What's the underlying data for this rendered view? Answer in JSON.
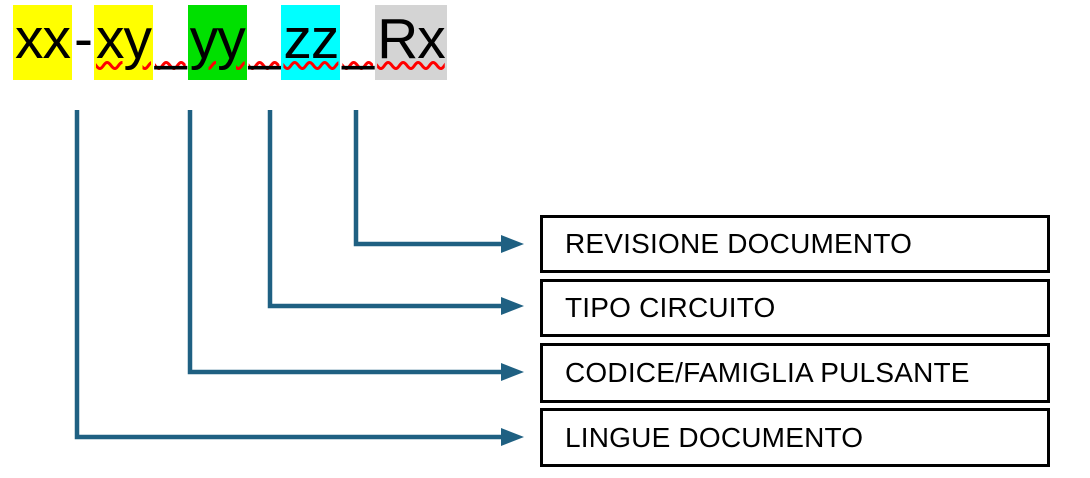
{
  "pattern": {
    "full": "xx-xy_yy_zz_Rx",
    "segments": [
      {
        "text": "xx",
        "highlight": "#FFFF00",
        "misspell": false
      },
      {
        "text": "-",
        "highlight": "none",
        "misspell": false
      },
      {
        "text": "xy",
        "highlight": "#FFFF00",
        "misspell": true
      },
      {
        "text": "_",
        "highlight": "none",
        "misspell": true
      },
      {
        "text": "yy",
        "highlight": "#00E000",
        "misspell": true
      },
      {
        "text": "_",
        "highlight": "none",
        "misspell": true
      },
      {
        "text": "zz",
        "highlight": "#00FFFF",
        "misspell": true
      },
      {
        "text": "_",
        "highlight": "none",
        "misspell": true
      },
      {
        "text": "Rx",
        "highlight": "#D4D4D4",
        "misspell": true
      }
    ],
    "spellcheck_color": "#FF0000"
  },
  "legend": {
    "boxes": [
      {
        "label": "REVISIONE DOCUMENTO"
      },
      {
        "label": "TIPO CIRCUITO"
      },
      {
        "label": "CODICE/FAMIGLIA PULSANTE"
      },
      {
        "label": "LINGUE DOCUMENTO"
      }
    ]
  },
  "connections": [
    {
      "from": "Rx",
      "to": "REVISIONE DOCUMENTO"
    },
    {
      "from": "zz",
      "to": "TIPO CIRCUITO"
    },
    {
      "from": "yy",
      "to": "CODICE/FAMIGLIA PULSANTE"
    },
    {
      "from": "xx-xy",
      "to": "LINGUE DOCUMENTO"
    }
  ],
  "colors": {
    "arrow": "#1F6082",
    "box_border": "#000000",
    "text": "#000000",
    "background": "#FFFFFF"
  }
}
